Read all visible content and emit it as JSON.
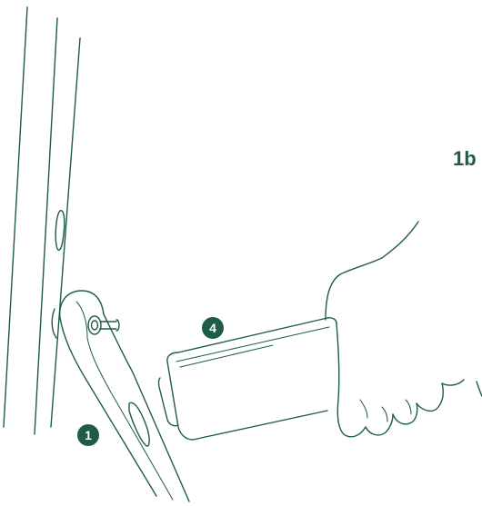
{
  "figure": {
    "step_label": "1b",
    "callouts": [
      {
        "number": "1",
        "part": "bracket"
      },
      {
        "number": "4",
        "part": "device-box"
      }
    ]
  },
  "colors": {
    "ink": "#1f5c45",
    "badge_fill": "#1f5c45",
    "badge_text": "#ffffff",
    "background": "#ffffff"
  }
}
